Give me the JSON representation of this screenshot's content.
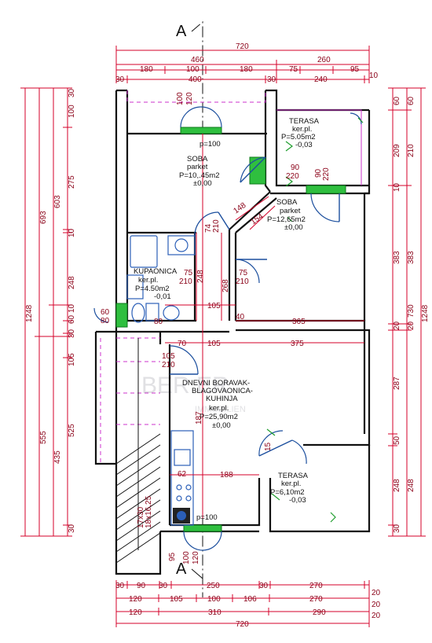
{
  "section_marker": "A",
  "top_dims": {
    "row1": [
      "720"
    ],
    "row2": [
      "460",
      "260"
    ],
    "row3": [
      "180",
      "100",
      "180",
      "75",
      "95"
    ],
    "row4": [
      "30",
      "400",
      "30",
      "240",
      "10"
    ]
  },
  "bottom_dims": {
    "row1": [
      "30",
      "90",
      "30",
      "250",
      "30",
      "270",
      "20"
    ],
    "row2": [
      "120",
      "105",
      "100",
      "106",
      "270",
      "20"
    ],
    "row3": [
      "120",
      "310",
      "290",
      "20"
    ],
    "row4": [
      "720"
    ]
  },
  "left_dims": {
    "outer": [
      "1248"
    ],
    "col2": [
      "693",
      "555"
    ],
    "col3": [
      "603",
      "435"
    ],
    "col4": [
      "30",
      "100",
      "275",
      "10",
      "248",
      "10",
      "60",
      "30",
      "105",
      "525",
      "30"
    ]
  },
  "right_dims": {
    "outer": [
      "1248"
    ],
    "col2": [
      "60",
      "210",
      "383",
      "20",
      "730"
    ],
    "col3": [
      "60",
      "209",
      "10",
      "383",
      "20",
      "287",
      "50",
      "248",
      "30"
    ]
  },
  "rooms": {
    "terasa_top": {
      "name": "TERASA",
      "floor": "ker.pl.",
      "area": "P=5.05m2",
      "level": "-0,03"
    },
    "soba1": {
      "name": "SOBA",
      "floor": "parket",
      "area": "P=10,.45m2",
      "level": "±0,00"
    },
    "soba2": {
      "name": "SOBA",
      "floor": "parket",
      "area": "P=12,65m2",
      "level": "±0,00"
    },
    "kupaonica": {
      "name": "KUPAONICA",
      "floor": "ker.pl.",
      "area": "P=4.50m2",
      "level": "-0,01"
    },
    "dnevni": {
      "line1": "DNEVNI BORAVAK-",
      "line2": "BLAGOVAONICA-",
      "line3": "KUHINJA",
      "floor": "ker.pl.",
      "area": "P=25,90m2",
      "level": "±0,00"
    },
    "terasa_bottom": {
      "name": "TERASA",
      "floor": "ker.pl.",
      "area": "P=6,10m2",
      "level": "-0,03"
    }
  },
  "inner_labels": {
    "p100_top": "p=100",
    "p100_bottom": "p=100",
    "d90": "90",
    "d220": "220",
    "d90b": "90",
    "d220b": "220",
    "d148": "148",
    "d154": "154",
    "d75a": "75",
    "d210a": "210",
    "d75b": "75",
    "d210b": "210",
    "d248": "248",
    "d268": "268",
    "d105a": "105",
    "d365": "365",
    "d70": "70",
    "d105b": "105",
    "d375": "375",
    "d105c": "105",
    "d210c": "210",
    "d80": "80",
    "d60": "60",
    "d80b": "80",
    "d40": "40",
    "d188": "188",
    "d187": "187",
    "d95": "95",
    "d100": "100",
    "d120": "120",
    "d210": "210",
    "d20": "20",
    "d74": "74",
    "d62": "62",
    "d30": "30",
    "stairs": "17x30",
    "stairs2": "18x16,25",
    "s": "15"
  },
  "watermark": {
    "line1": "BER  ER",
    "line2": "IMMOBILIEN"
  }
}
